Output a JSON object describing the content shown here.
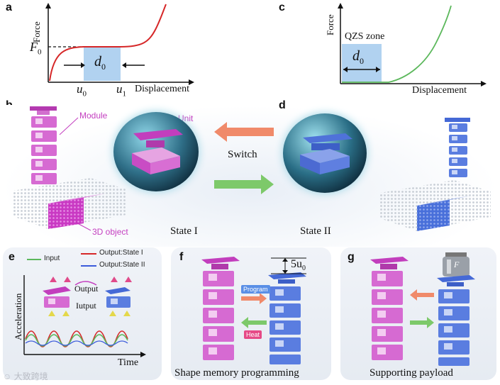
{
  "panels": {
    "a": "a",
    "b": "b",
    "c": "c",
    "d": "d",
    "e": "e",
    "f": "f",
    "g": "g"
  },
  "panel_a": {
    "ylabel": "Force",
    "xlabel": "Displacement",
    "f0": "F",
    "f0_sub": "0",
    "d0": "d",
    "d0_sub": "0",
    "u0": "u",
    "u0_sub": "0",
    "u1": "u",
    "u1_sub": "1",
    "curve_color": "#d62728",
    "box_color": "#a9cdee"
  },
  "panel_c": {
    "ylabel": "Force",
    "xlabel": "Displacement",
    "zone_label": "QZS  zone",
    "d0": "d",
    "d0_sub": "0",
    "curve_color": "#5cb85c",
    "box_color": "#a9cdee"
  },
  "panel_b": {
    "module_label": "Module",
    "unit_label": "Unit",
    "object_label": "3D object",
    "state_label": "State I",
    "accent": "#c43fc0"
  },
  "middle": {
    "switch_label": "Switch",
    "arrow_top_color": "#f08a6a",
    "arrow_bottom_color": "#7dc96a"
  },
  "panel_d": {
    "state_label": "State II",
    "accent": "#4a6fe0"
  },
  "panel_e": {
    "legend": [
      {
        "label": "Input",
        "color": "#5cb85c"
      },
      {
        "label": "Output:State I",
        "color": "#d62728"
      },
      {
        "label": "Output:State II",
        "color": "#3b5bdb"
      }
    ],
    "output_label": "Output",
    "input_label": "Iutput",
    "ylabel": "Acceleration",
    "xlabel": "Time"
  },
  "panel_f": {
    "caption": "Shape memory programming",
    "displacement_label": "5u",
    "displacement_sub": "0",
    "program_tag": "Program",
    "heat_tag": "Heat"
  },
  "panel_g": {
    "caption": "Supporting payload",
    "weight_label": "F"
  },
  "watermark": "大致跨境"
}
